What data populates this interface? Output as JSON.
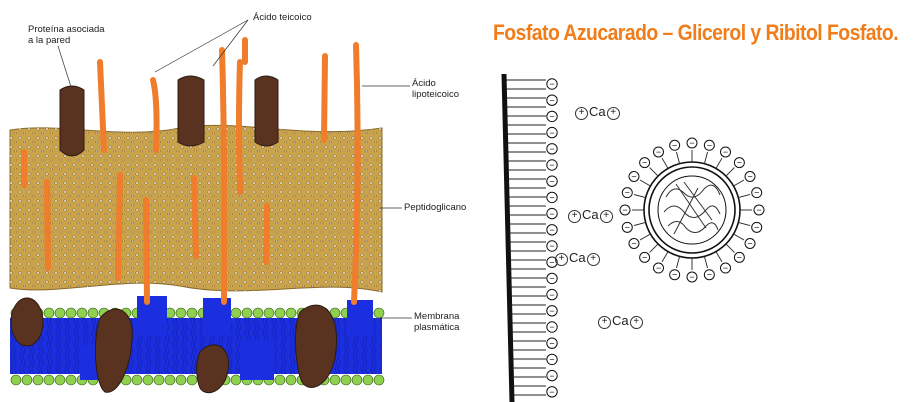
{
  "left_diagram": {
    "labels": {
      "wall_protein_line1": "Proteína asociada",
      "wall_protein_line2": "a la pared",
      "teichoic_acid": "Ácido teicoico",
      "lipoteichoic_line1": "Ácido",
      "lipoteichoic_line2": "lipoteicoico",
      "peptidoglycan": "Peptidoglicano",
      "membrane_line1": "Membrana",
      "membrane_line2": "plasmática"
    },
    "colors": {
      "peptidoglycan": "#c9a24a",
      "teichoic_rod": "#ef7d2b",
      "protein": "#5a3320",
      "membrane": "#1b2fe0",
      "lipid_head": "#8fd14f"
    }
  },
  "right_diagram": {
    "title": "Fosfato Azucarado – Glicerol y Ribitol Fosfato.",
    "calcium_label": "Ca",
    "positive_symbol": "+",
    "negative_symbol": "−",
    "colors": {
      "title": "#f07d1a",
      "wall": "#111111"
    }
  }
}
